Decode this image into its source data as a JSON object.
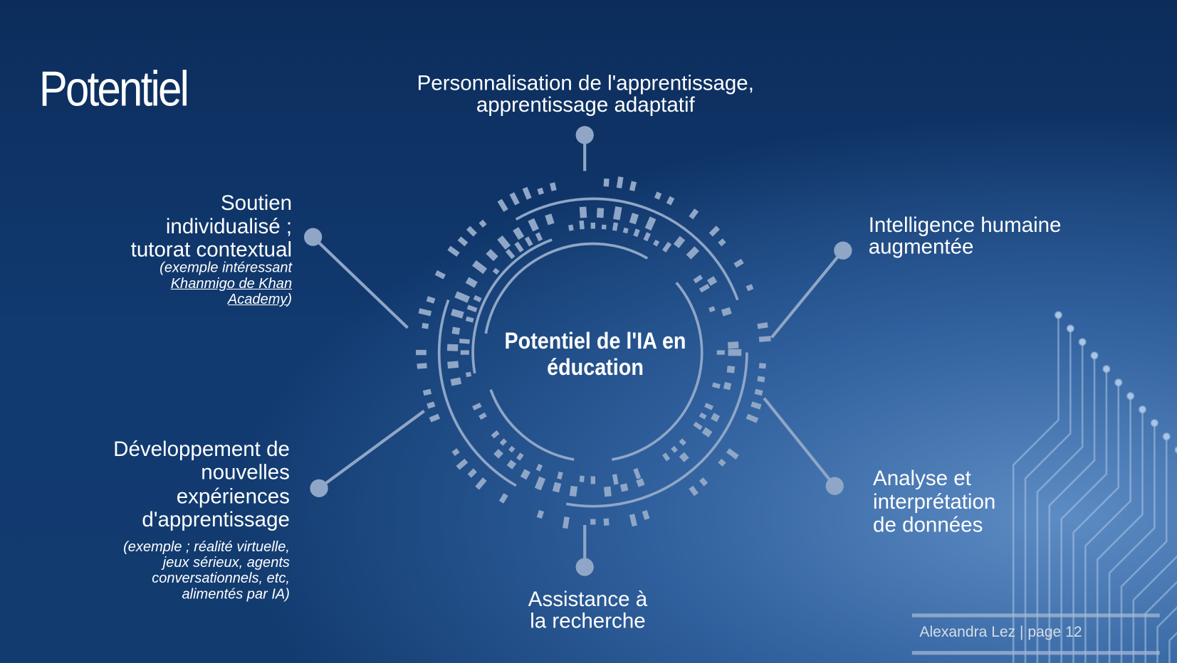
{
  "slide": {
    "title": "Potentiel",
    "center": [
      "Potentiel de l'IA en",
      "éducation"
    ],
    "top": [
      "Personnalisation de l'apprentissage,",
      "apprentissage adaptatif"
    ],
    "right_top": [
      "Intelligence humaine",
      "augmentée"
    ],
    "right_bottom": [
      "Analyse et",
      "interprétation",
      "de données"
    ],
    "bottom": [
      "Assistance à",
      "la recherche"
    ],
    "left_top": {
      "lines": [
        "Soutien",
        "individualisé ;",
        "tutorat contextual"
      ],
      "note_prefix": "(exemple intéressant",
      "link1": "Khanmigo de Khan",
      "link2": "Academy",
      "note_suffix": ")"
    },
    "left_bottom": {
      "lines": [
        "Développement de",
        "nouvelles",
        "expériences",
        "d'apprentissage"
      ],
      "note": [
        "(exemple ;  réalité virtuelle,",
        "jeux sérieux, agents",
        "conversationnels, etc,",
        "alimentés par IA)"
      ]
    },
    "footer": "Alexandra Lez | page 12"
  },
  "colors": {
    "accent": "#8fa6c6",
    "bg": "#0f3566"
  }
}
